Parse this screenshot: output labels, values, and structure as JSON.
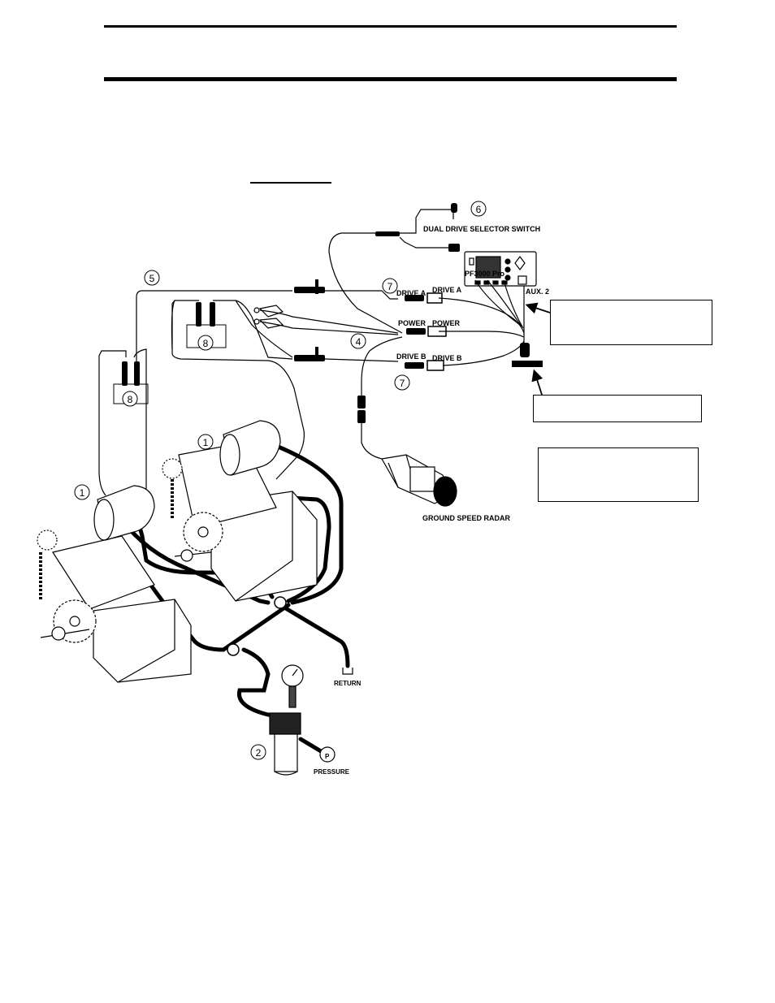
{
  "labels": {
    "dual_drive_selector_switch": "DUAL DRIVE SELECTOR SWITCH",
    "pf3000_pro": "PF3000 Pro",
    "drive_a_left": "DRIVE A",
    "drive_a_right": "DRIVE A",
    "power_left": "POWER",
    "power_right": "POWER",
    "drive_b_left": "DRIVE B",
    "drive_b_right": "DRIVE B",
    "aux2": "AUX. 2",
    "ground_speed_radar": "GROUND SPEED RADAR",
    "return": "RETURN",
    "pressure": "PRESSURE",
    "pressure_symbol": "P"
  },
  "callouts": {
    "c1a": "1",
    "c1b": "1",
    "c2": "2",
    "c4": "4",
    "c5": "5",
    "c6": "6",
    "c7a": "7",
    "c7b": "7",
    "c8a": "8",
    "c8b": "8"
  }
}
